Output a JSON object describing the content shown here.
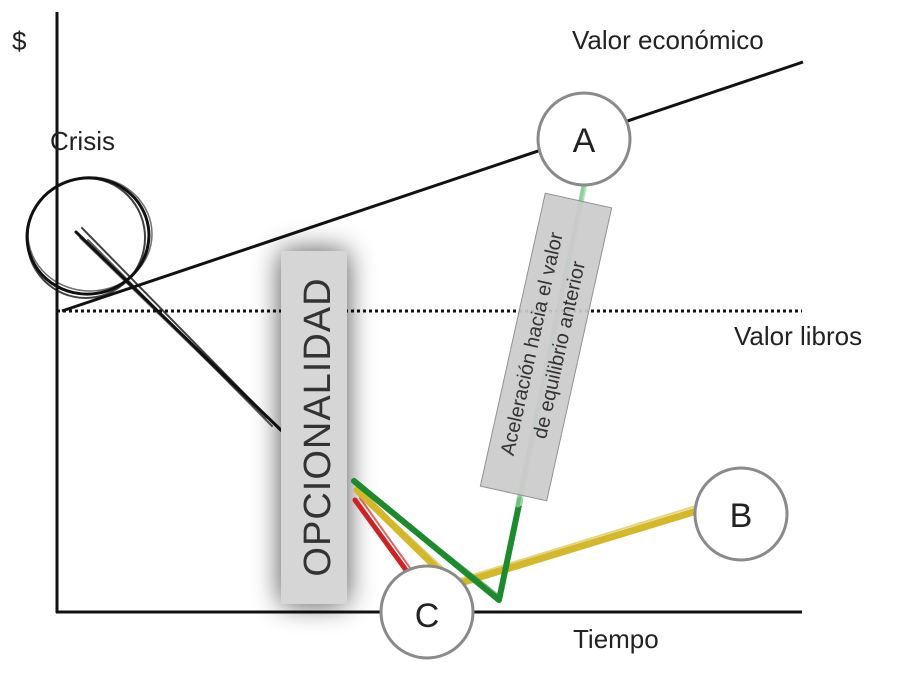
{
  "labels": {
    "y_axis": "$",
    "x_axis": "Tiempo",
    "economic_value": "Valor económico",
    "book_value": "Valor libros",
    "crisis": "Crisis",
    "optionality": "OPCIONALIDAD",
    "acceleration_line1": "Aceleración hacia el valor",
    "acceleration_line2": "de equilibrio anterior"
  },
  "points": {
    "a": "A",
    "b": "B",
    "c": "C"
  },
  "colors": {
    "axis": "#111111",
    "red_path": "#cc2222",
    "yellow_path": "#d4b82a",
    "green_path": "#1e8a2e",
    "green_light": "#8fd19a",
    "circle_stroke": "#8a8a8a",
    "label_box": "#d4d4d4"
  }
}
